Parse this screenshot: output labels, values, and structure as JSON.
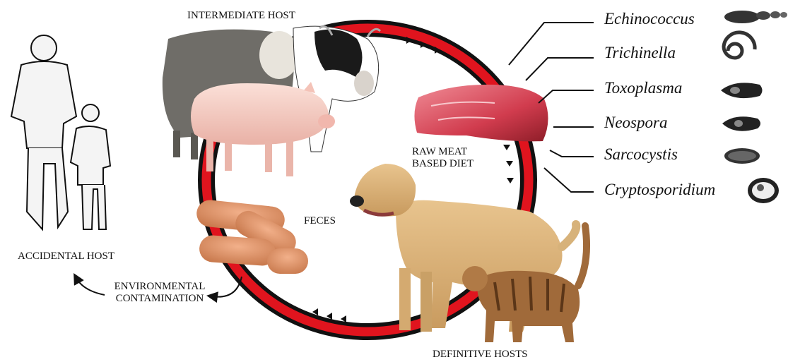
{
  "labels": {
    "intermediate_host": "INTERMEDIATE HOST",
    "accidental_host": "ACCIDENTAL HOST",
    "environmental_line1": "ENVIRONMENTAL",
    "environmental_line2": "CONTAMINATION",
    "feces": "FECES",
    "raw_meat_line1": "RAW MEAT",
    "raw_meat_line2": "BASED DIET",
    "definitive_hosts": "DEFINITIVE HOSTS"
  },
  "parasites": [
    {
      "name": "Echinococcus",
      "icon": "tapeworm-icon"
    },
    {
      "name": "Trichinella",
      "icon": "coiled-larva-icon"
    },
    {
      "name": "Toxoplasma",
      "icon": "tachyzoite-icon"
    },
    {
      "name": "Neospora",
      "icon": "tachyzoite-icon"
    },
    {
      "name": "Sarcocystis",
      "icon": "cyst-icon"
    },
    {
      "name": "Cryptosporidium",
      "icon": "oocyst-icon"
    }
  ],
  "colors": {
    "cycle_ring": "#111111",
    "cycle_ring_inner": "#e0141e",
    "feces": "#d98a5c",
    "meat": "#d2475a"
  }
}
